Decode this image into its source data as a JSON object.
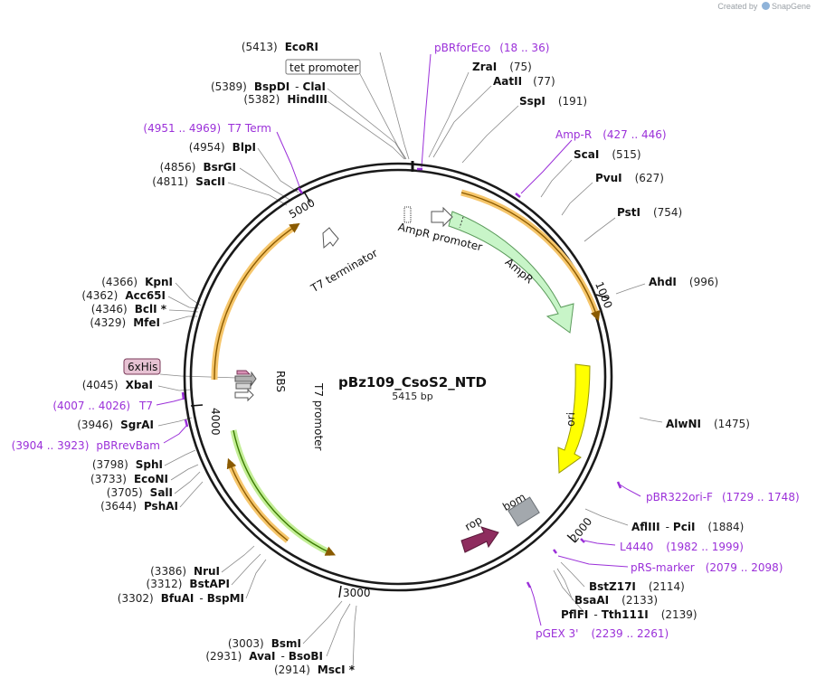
{
  "brand": {
    "created_by": "Created by",
    "name": "SnapGene"
  },
  "plasmid": {
    "name": "pBz109_CsoS2_NTD",
    "length": "5415 bp"
  },
  "ticks": [
    "1000",
    "2000",
    "3000",
    "4000",
    "5000"
  ],
  "features": {
    "ampr_promoter": "AmpR promoter",
    "ampr": "AmpR",
    "ori": "ori",
    "bom": "bom",
    "rop": "rop",
    "t7_terminator": "T7 terminator",
    "t7_promoter": "T7 promoter",
    "rbs": "RBS",
    "his": "6xHis",
    "tet_promoter": "tet promoter"
  },
  "sites": [
    {
      "pos": "(5413)",
      "enz": "EcoRI"
    },
    {
      "pos": "(5389)",
      "enz": "BspDI",
      "sep": "-",
      "enz2": "ClaI"
    },
    {
      "pos": "(5382)",
      "enz": "HindIII"
    },
    {
      "pos": "(4954)",
      "enz": "BlpI"
    },
    {
      "pos": "(4856)",
      "enz": "BsrGI"
    },
    {
      "pos": "(4811)",
      "enz": "SacII"
    },
    {
      "pos": "(4366)",
      "enz": "KpnI"
    },
    {
      "pos": "(4362)",
      "enz": "Acc65I"
    },
    {
      "pos": "(4346)",
      "enz": "BclI *"
    },
    {
      "pos": "(4329)",
      "enz": "MfeI"
    },
    {
      "pos": "(4045)",
      "enz": "XbaI"
    },
    {
      "pos": "(3946)",
      "enz": "SgrAI"
    },
    {
      "pos": "(3798)",
      "enz": "SphI"
    },
    {
      "pos": "(3733)",
      "enz": "EcoNI"
    },
    {
      "pos": "(3705)",
      "enz": "SalI"
    },
    {
      "pos": "(3644)",
      "enz": "PshAI"
    },
    {
      "pos": "(3386)",
      "enz": "NruI"
    },
    {
      "pos": "(3312)",
      "enz": "BstAPI"
    },
    {
      "pos": "(3302)",
      "enz": "BfuAI",
      "sep": "-",
      "enz2": "BspMI"
    },
    {
      "pos": "(3003)",
      "enz": "BsmI"
    },
    {
      "pos": "(2931)",
      "enz": "AvaI",
      "sep": "-",
      "enz2": "BsoBI"
    },
    {
      "pos": "(2914)",
      "enz": "MscI *"
    },
    {
      "enz": "ZraI",
      "pos": "(75)"
    },
    {
      "enz": "AatII",
      "pos": "(77)"
    },
    {
      "enz": "SspI",
      "pos": "(191)"
    },
    {
      "enz": "ScaI",
      "pos": "(515)"
    },
    {
      "enz": "PvuI",
      "pos": "(627)"
    },
    {
      "enz": "PstI",
      "pos": "(754)"
    },
    {
      "enz": "AhdI",
      "pos": "(996)"
    },
    {
      "enz": "AlwNI",
      "pos": "(1475)"
    },
    {
      "enz": "AflIII",
      "sep": "-",
      "enz2": "PciI",
      "pos": "(1884)"
    },
    {
      "enz": "BstZ17I",
      "pos": "(2114)"
    },
    {
      "enz": "BsaAI",
      "pos": "(2133)"
    },
    {
      "enz": "PflFI",
      "sep": "-",
      "enz2": "Tth111I",
      "pos": "(2139)"
    }
  ],
  "primers": [
    {
      "name": "pBRforEco",
      "range": "(18 .. 36)"
    },
    {
      "name": "Amp-R",
      "range": "(427 .. 446)"
    },
    {
      "name": "pBR322ori-F",
      "range": "(1729 .. 1748)"
    },
    {
      "name": "L4440",
      "range": "(1982 .. 1999)"
    },
    {
      "name": "pRS-marker",
      "range": "(2079 .. 2098)"
    },
    {
      "name": "pGEX 3'",
      "range": "(2239 .. 2261)"
    },
    {
      "name": "T7 Term",
      "range": "(4951 .. 4969)"
    },
    {
      "name": "T7",
      "range": "(4007 .. 4026)"
    },
    {
      "name": "pBRrevBam",
      "range": "(3904 .. 3923)"
    }
  ],
  "colors": {
    "backbone": "#1a1a1a",
    "orf_orange": "#f0b24a",
    "orf_line": "#8a5a00",
    "ampr": "#c8f5c8",
    "ori": "#ffff00",
    "rop": "#8e2c5e",
    "bom": "#a3a8ad",
    "primer": "#9b30d9",
    "green_orf": "#a8e07a"
  }
}
